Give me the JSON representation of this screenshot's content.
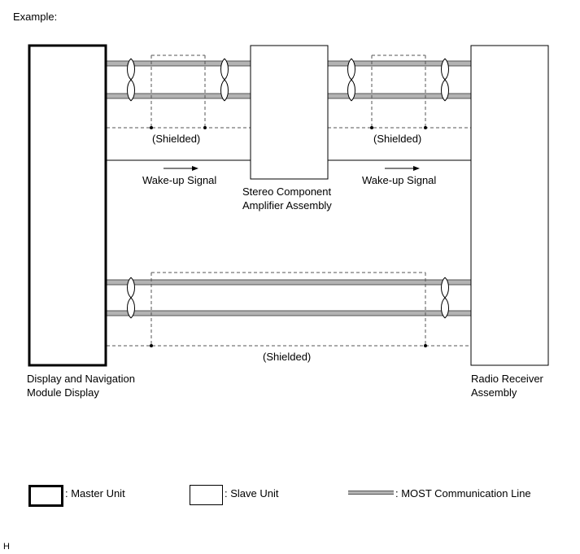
{
  "header": {
    "example_label": "Example:"
  },
  "components": {
    "master": {
      "label_line1": "Display and Navigation",
      "label_line2": "Module Display"
    },
    "amplifier": {
      "label_line1": "Stereo Component",
      "label_line2": "Amplifier Assembly"
    },
    "radio": {
      "label_line1": "Radio Receiver",
      "label_line2": "Assembly"
    }
  },
  "signals": {
    "wake_up_left": "Wake-up Signal",
    "wake_up_right": "Wake-up Signal",
    "shielded_top_left": "(Shielded)",
    "shielded_top_right": "(Shielded)",
    "shielded_bottom": "(Shielded)"
  },
  "legend": {
    "master_unit": ": Master Unit",
    "slave_unit": ": Slave Unit",
    "most_line": ": MOST Communication Line"
  },
  "footer": {
    "code": "H"
  },
  "colors": {
    "most_line_fill": "#b3b3b3",
    "most_line_edge": "#555555",
    "stroke": "#000000"
  }
}
